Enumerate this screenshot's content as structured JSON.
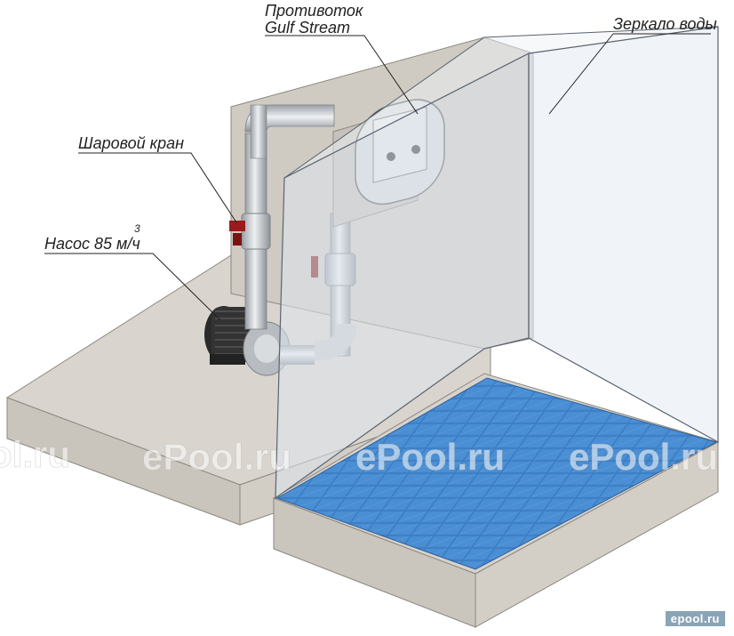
{
  "labels": {
    "counterflow_line1": "Противоток",
    "counterflow_line2": "Gulf Stream",
    "water_surface": "Зеркало воды",
    "ball_valve": "Шаровой кран",
    "pump": "Насос 85 м/ч",
    "pump_exponent": "3"
  },
  "watermark": "ePool.ru",
  "watermark_partial": "ol.ru",
  "brand_badge": "epool.ru",
  "colors": {
    "concrete": "#d6d2cb",
    "concrete_edge": "#8c8780",
    "water": "#dfe6ee",
    "tile": "#3f7fc4",
    "pipe": "#c9cdd1",
    "pump": "#2e2e2e"
  }
}
